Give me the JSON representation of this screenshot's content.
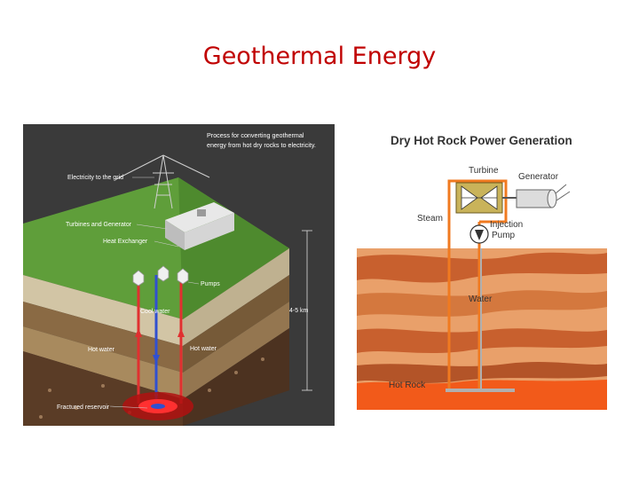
{
  "slide": {
    "title": "Geothermal Energy",
    "title_color": "#c00000"
  },
  "left_diagram": {
    "caption_line1": "Process for converting geothermal",
    "caption_line2": "energy from hot dry rocks to electricity.",
    "labels": {
      "grid": "Electricity to the grid",
      "turbines": "Turbines and Generator",
      "exchanger": "Heat Exchanger",
      "pumps": "Pumps",
      "cool_water": "Cool water",
      "depth": "4-5 km",
      "hot_water_left": "Hot water",
      "hot_water_right": "Hot water",
      "reservoir": "Fractured reservoir"
    },
    "colors": {
      "background": "#3a3a3a",
      "grass": "#5f9e3a",
      "hot": "#e03030",
      "cool": "#3050d0"
    }
  },
  "right_diagram": {
    "title": "Dry Hot Rock Power Generation",
    "labels": {
      "turbine": "Turbine",
      "generator": "Generator",
      "steam": "Steam",
      "injection": "Injection",
      "pump": "Pump",
      "water": "Water",
      "hot_rock": "Hot Rock"
    },
    "colors": {
      "pipe": "#f07a20",
      "strata_light": "#e9a06a",
      "strata_dark": "#c8602e",
      "hot_rock": "#f25a1a",
      "turbine": "#c9b35a"
    }
  }
}
